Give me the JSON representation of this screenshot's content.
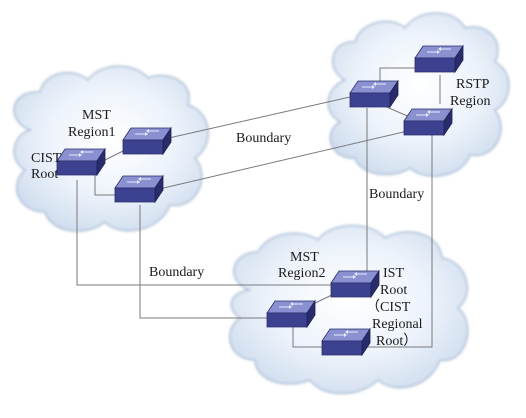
{
  "labels": {
    "mst_region1_l1": "MST",
    "mst_region1_l2": "Region1",
    "cist_root_l1": "CIST",
    "cist_root_l2": "Root",
    "rstp_l1": "RSTP",
    "rstp_l2": "Region",
    "mst_region2_l1": "MST",
    "mst_region2_l2": "Region2",
    "ist_root_l1": "IST",
    "ist_root_l2": "Root",
    "ist_root_l3": "（CIST",
    "ist_root_l4": "Regional",
    "ist_root_l5": "Root）",
    "boundary_top": "Boundary",
    "boundary_right": "Boundary",
    "boundary_bottom": "Boundary"
  },
  "colors": {
    "cloud_fill": "#dfeaf8",
    "cloud_stroke": "#9eb4cc",
    "switch_top": "#7e84c8",
    "switch_front": "#383e86",
    "switch_side": "#262a66",
    "link_line": "#7a7a7a"
  }
}
